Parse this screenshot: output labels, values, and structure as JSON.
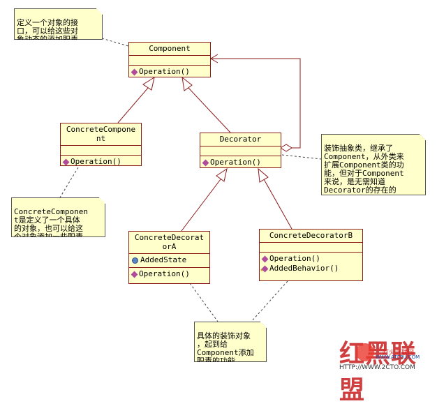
{
  "classes": {
    "component": {
      "name": "Component",
      "operations": [
        "Operation()"
      ]
    },
    "concrete_component": {
      "name_line1": "ConcreteCompone",
      "name_line2": "nt",
      "operations": [
        "Operation()"
      ]
    },
    "decorator": {
      "name": "Decorator",
      "operations": [
        "Operation()"
      ]
    },
    "concrete_decorator_a": {
      "name_line1": "ConcreteDecorat",
      "name_line2": "orA",
      "attributes": [
        "AddedState"
      ],
      "operations": [
        "Operation()"
      ]
    },
    "concrete_decorator_b": {
      "name": "ConcreteDecoratorB",
      "operations": [
        "Operation()",
        "AddedBehavior()"
      ]
    }
  },
  "notes": {
    "component_note": "定义一个对象的接\n口，可以给这些对\n象动态的添加职责",
    "concrete_component_note": "ConcreteComponen\nt是定义了一个具体\n的对象，也可以给这\n个对象添加一些职责",
    "decorator_note": "装饰抽象类，继承了\nComponent，从外类来\n扩展Component类的功\n能，但对于Component\n来说，是无需知道\nDecorator的存在的",
    "concrete_decorator_note": "具体的装饰对象\n，起到给\nComponent添加\n职责的功能"
  },
  "watermark": {
    "text": "红黑联盟",
    "cn": "灯火互联网",
    "url": "WWW.ATCPU.COM",
    "bottom": "HTTP://WWW.2CTO.COM"
  },
  "colors": {
    "class_fill": "#ffffcc",
    "class_border": "#8b1a1a",
    "operation_icon": "#b04a9c",
    "attribute_icon": "#5b86c6",
    "link": "#8b1a1a"
  },
  "icons": {
    "operation": "diamond-operation-icon",
    "attribute": "attribute-icon",
    "behavior": "key-operation-icon"
  }
}
